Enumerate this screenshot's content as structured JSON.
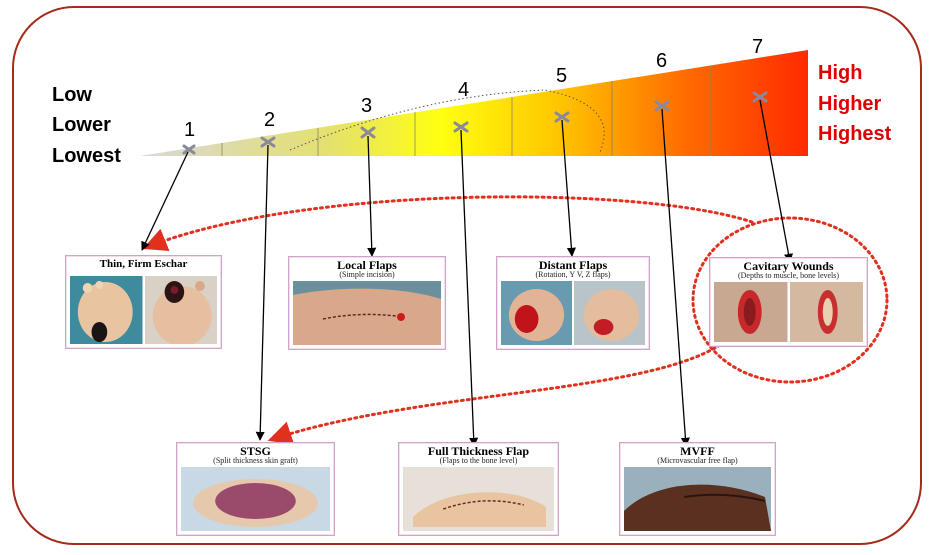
{
  "scale": {
    "left_labels": [
      "Low",
      "Lower",
      "Lowest"
    ],
    "right_labels": [
      "High",
      "Higher",
      "Highest"
    ],
    "levels": [
      "1",
      "2",
      "3",
      "4",
      "5",
      "6",
      "7"
    ]
  },
  "cards": {
    "eschar": {
      "title": "Thin, Firm Eschar",
      "subtitle": ""
    },
    "local": {
      "title": "Local Flaps",
      "subtitle": "(Simple incision)"
    },
    "distant": {
      "title": "Distant Flaps",
      "subtitle": "(Rotation, Y V, Z flaps)"
    },
    "cavitary": {
      "title": "Cavitary Wounds",
      "subtitle": "(Depths to muscle, bone levels)"
    },
    "stsg": {
      "title": "STSG",
      "subtitle": "(Split thickness skin graft)"
    },
    "fullthick": {
      "title": "Full Thickness Flap",
      "subtitle": "(Flaps to the bone level)"
    },
    "mvff": {
      "title": "MVFF",
      "subtitle": "(Microvascular free flap)"
    }
  },
  "colors": {
    "frame": "#a52a1a",
    "arrow": "#000000",
    "dotted": "#e0301e",
    "high_text": "#e00000",
    "card_border": "#cfa4c8"
  }
}
